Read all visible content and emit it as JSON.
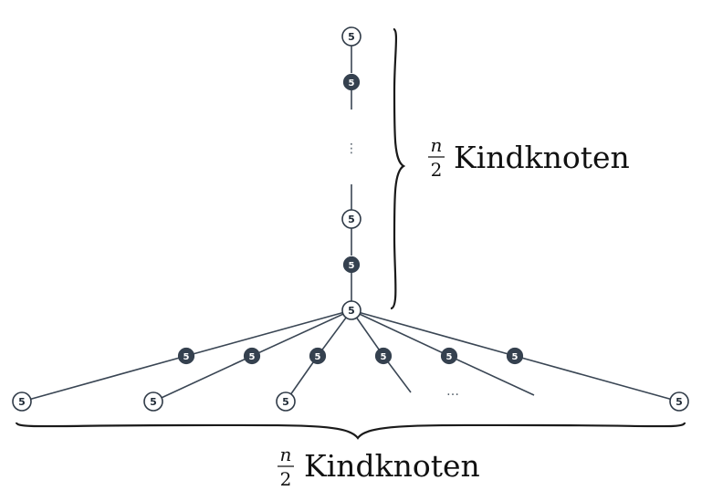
{
  "node_value": "5",
  "vertical_ellipsis": "⋮",
  "horizontal_ellipsis": "…",
  "right_label": {
    "fraction_numerator": "n",
    "fraction_denominator": "2",
    "text": "Kindknoten"
  },
  "bottom_label": {
    "fraction_numerator": "n",
    "fraction_denominator": "2",
    "text": "Kindknoten"
  }
}
